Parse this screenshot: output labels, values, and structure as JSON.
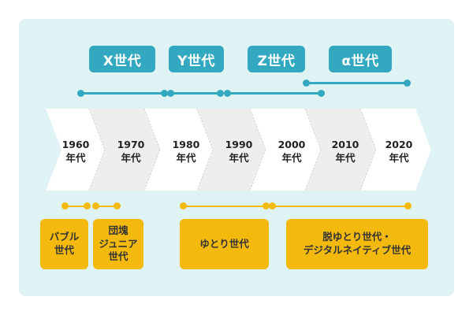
{
  "generations": [
    {
      "label": "X世代"
    },
    {
      "label": "Y世代"
    },
    {
      "label": "Z世代"
    },
    {
      "label": "α世代"
    }
  ],
  "decades": [
    {
      "year": "1960",
      "suffix": "年代",
      "fill": "#ffffff"
    },
    {
      "year": "1970",
      "suffix": "年代",
      "fill": "#eeeeee"
    },
    {
      "year": "1980",
      "suffix": "年代",
      "fill": "#ffffff"
    },
    {
      "year": "1990",
      "suffix": "年代",
      "fill": "#eeeeee"
    },
    {
      "year": "2000",
      "suffix": "年代",
      "fill": "#ffffff"
    },
    {
      "year": "2010",
      "suffix": "年代",
      "fill": "#eeeeee"
    },
    {
      "year": "2020",
      "suffix": "年代",
      "fill": "#ffffff"
    }
  ],
  "eras": [
    {
      "label": "バブル\n世代"
    },
    {
      "label": "団塊\nジュニア\n世代"
    },
    {
      "label": "ゆとり世代"
    },
    {
      "label": "脱ゆとり世代・\nデジタルネイティブ世代"
    }
  ],
  "colors": {
    "panel": "#dff2f4",
    "generation_accent": "#32a9c0",
    "era_accent": "#f3b90d"
  }
}
